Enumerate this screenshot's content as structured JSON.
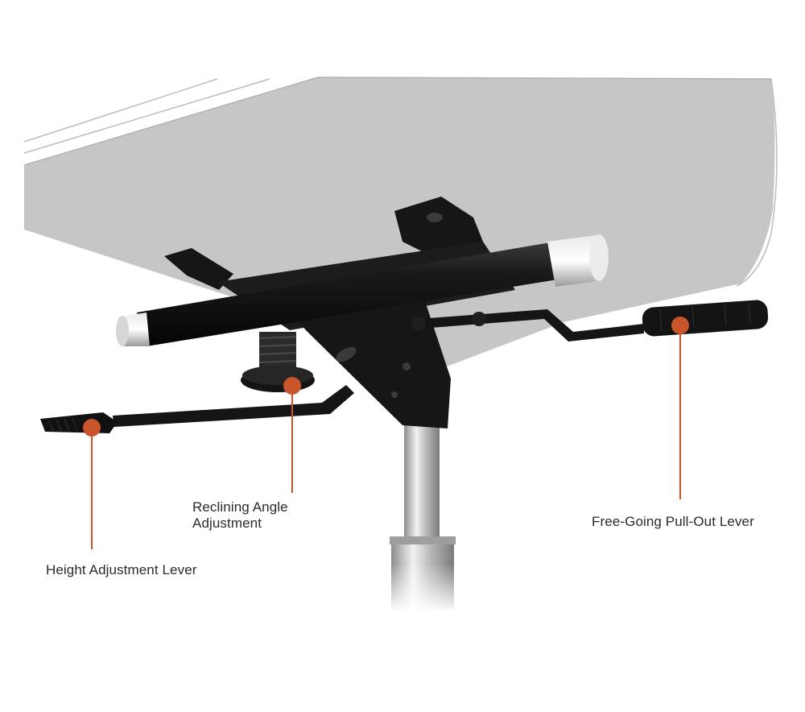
{
  "callouts": {
    "height_adjustment": {
      "label": "Height Adjustment Lever"
    },
    "reclining_angle": {
      "line1": "Reclining Angle",
      "line2": "Adjustment"
    },
    "pull_out_lever": {
      "label": "Free-Going Pull-Out Lever"
    }
  },
  "colors": {
    "marker": "#c9552c",
    "seat_shell": "#c6c6c6",
    "mechanism": "#161616",
    "chrome": "#cfcfcf"
  }
}
